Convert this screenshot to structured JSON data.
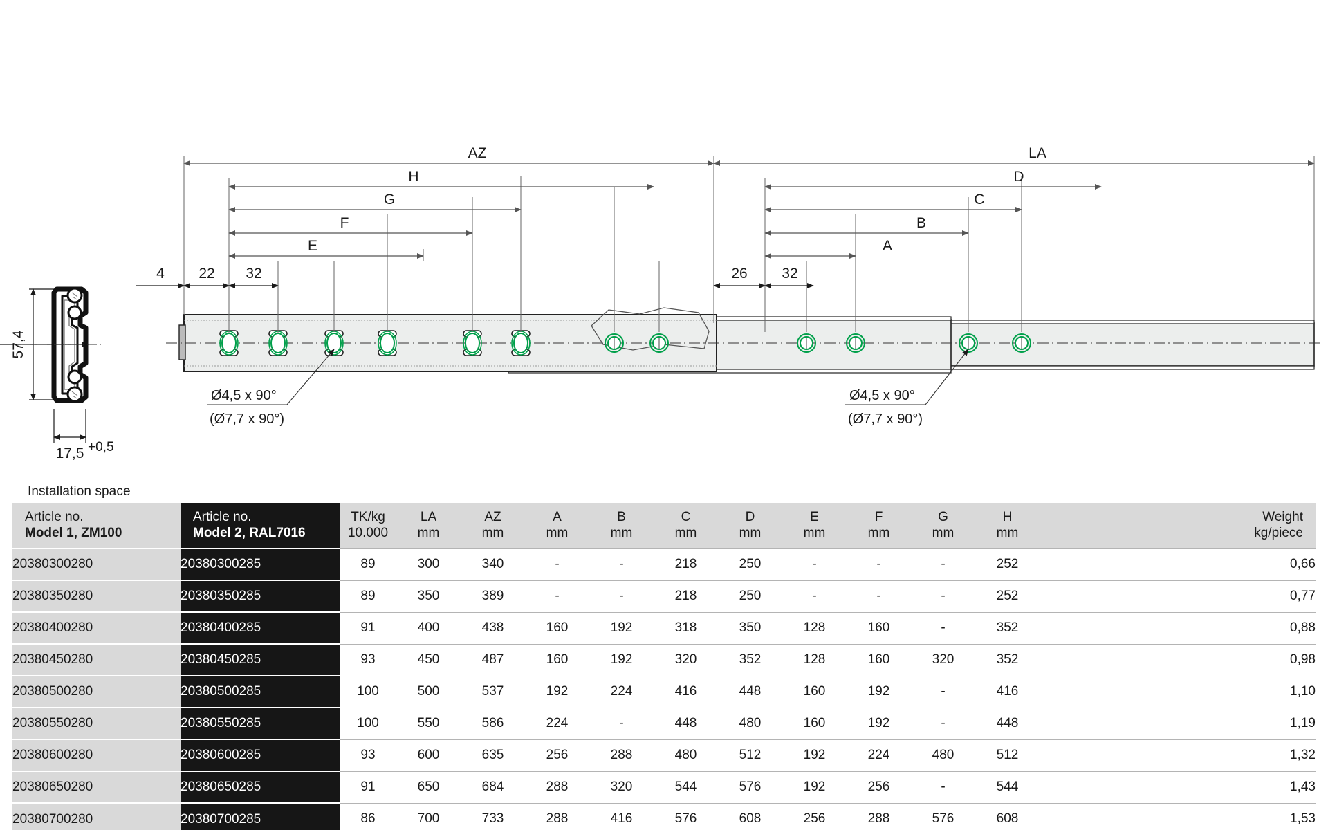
{
  "drawing": {
    "cross_section": {
      "height_label": "57,4",
      "width_label": "17,5",
      "width_tolerance": "+0,5"
    },
    "left_rail": {
      "span_labels": [
        "AZ",
        "H",
        "G",
        "F",
        "E"
      ],
      "offsets": [
        "4",
        "22",
        "32"
      ],
      "hole_note_line1": "Ø4,5 x 90°",
      "hole_note_line2": "(Ø7,7 x 90°)"
    },
    "right_rail": {
      "span_labels": [
        "LA",
        "D",
        "C",
        "B",
        "A"
      ],
      "offsets": [
        "26",
        "32"
      ],
      "hole_note_line1": "Ø4,5 x 90°",
      "hole_note_line2": "(Ø7,7 x 90°)"
    },
    "hole_highlight_color": "#00a04a"
  },
  "caption": "Installation space",
  "table": {
    "headers_top": [
      "Article no.",
      "Article no.",
      "TK/kg",
      "LA",
      "AZ",
      "A",
      "B",
      "C",
      "D",
      "E",
      "F",
      "G",
      "H",
      "",
      "Weight"
    ],
    "headers_bottom": [
      "Model 1, ZM100",
      "Model 2, RAL7016",
      "10.000",
      "mm",
      "mm",
      "mm",
      "mm",
      "mm",
      "mm",
      "mm",
      "mm",
      "mm",
      "mm",
      "",
      "kg/piece"
    ],
    "rows": [
      {
        "art1": "20380300280",
        "art2": "20380300285",
        "tk": "89",
        "la": "300",
        "az": "340",
        "a": "-",
        "b": "-",
        "c": "218",
        "d": "250",
        "e": "-",
        "f": "-",
        "g": "-",
        "h": "252",
        "weight": "0,66"
      },
      {
        "art1": "20380350280",
        "art2": "20380350285",
        "tk": "89",
        "la": "350",
        "az": "389",
        "a": "-",
        "b": "-",
        "c": "218",
        "d": "250",
        "e": "-",
        "f": "-",
        "g": "-",
        "h": "252",
        "weight": "0,77"
      },
      {
        "art1": "20380400280",
        "art2": "20380400285",
        "tk": "91",
        "la": "400",
        "az": "438",
        "a": "160",
        "b": "192",
        "c": "318",
        "d": "350",
        "e": "128",
        "f": "160",
        "g": "-",
        "h": "352",
        "weight": "0,88"
      },
      {
        "art1": "20380450280",
        "art2": "20380450285",
        "tk": "93",
        "la": "450",
        "az": "487",
        "a": "160",
        "b": "192",
        "c": "320",
        "d": "352",
        "e": "128",
        "f": "160",
        "g": "320",
        "h": "352",
        "weight": "0,98"
      },
      {
        "art1": "20380500280",
        "art2": "20380500285",
        "tk": "100",
        "la": "500",
        "az": "537",
        "a": "192",
        "b": "224",
        "c": "416",
        "d": "448",
        "e": "160",
        "f": "192",
        "g": "-",
        "h": "416",
        "weight": "1,10"
      },
      {
        "art1": "20380550280",
        "art2": "20380550285",
        "tk": "100",
        "la": "550",
        "az": "586",
        "a": "224",
        "b": "-",
        "c": "448",
        "d": "480",
        "e": "160",
        "f": "192",
        "g": "-",
        "h": "448",
        "weight": "1,19"
      },
      {
        "art1": "20380600280",
        "art2": "20380600285",
        "tk": "93",
        "la": "600",
        "az": "635",
        "a": "256",
        "b": "288",
        "c": "480",
        "d": "512",
        "e": "192",
        "f": "224",
        "g": "480",
        "h": "512",
        "weight": "1,32"
      },
      {
        "art1": "20380650280",
        "art2": "20380650285",
        "tk": "91",
        "la": "650",
        "az": "684",
        "a": "288",
        "b": "320",
        "c": "544",
        "d": "576",
        "e": "192",
        "f": "256",
        "g": "-",
        "h": "544",
        "weight": "1,43"
      },
      {
        "art1": "20380700280",
        "art2": "20380700285",
        "tk": "86",
        "la": "700",
        "az": "733",
        "a": "288",
        "b": "416",
        "c": "576",
        "d": "608",
        "e": "256",
        "f": "288",
        "g": "576",
        "h": "608",
        "weight": "1,53"
      }
    ]
  }
}
